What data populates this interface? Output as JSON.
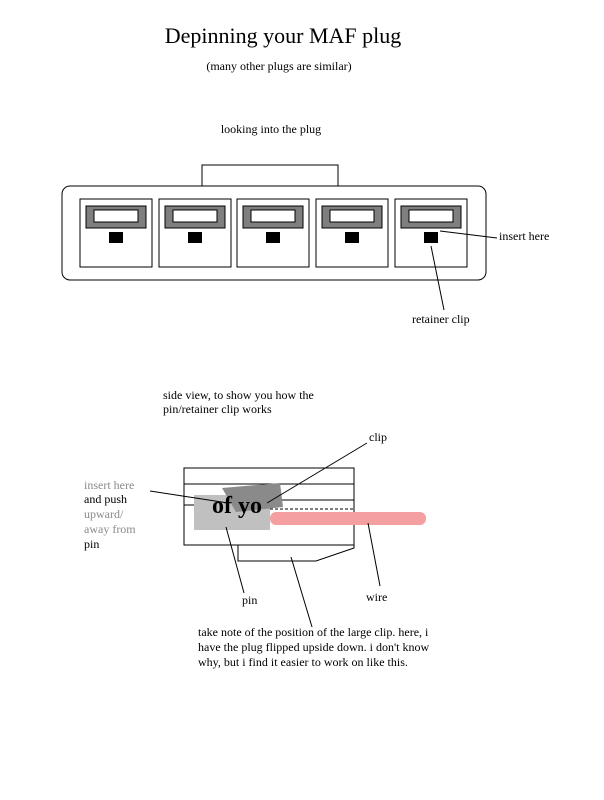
{
  "title": "Depinning your MAF plug",
  "subtitle": "(many other plugs are similar)",
  "top_view": {
    "caption": "looking into the plug",
    "insert_label": "insert here",
    "clip_label": "retainer clip"
  },
  "side_view": {
    "caption_line1": "side view, to show you how the",
    "caption_line2": "pin/retainer clip works",
    "clip_label": "clip",
    "left_note": [
      "insert here",
      "and push",
      "upward/",
      "away from",
      "pin"
    ],
    "watermark_text": "of yo",
    "pin_label": "pin",
    "wire_label": "wire"
  },
  "note": {
    "line1": "take note of the position of the large clip.  here, i",
    "line2": "have the plug flipped upside down.  i don't know",
    "line3": "why, but i find it easier to work on like this."
  },
  "colors": {
    "cavity_grey": "#7f7f7f",
    "pin_grey": "#c0c0c0",
    "wire_pink": "#f4a0a0"
  }
}
